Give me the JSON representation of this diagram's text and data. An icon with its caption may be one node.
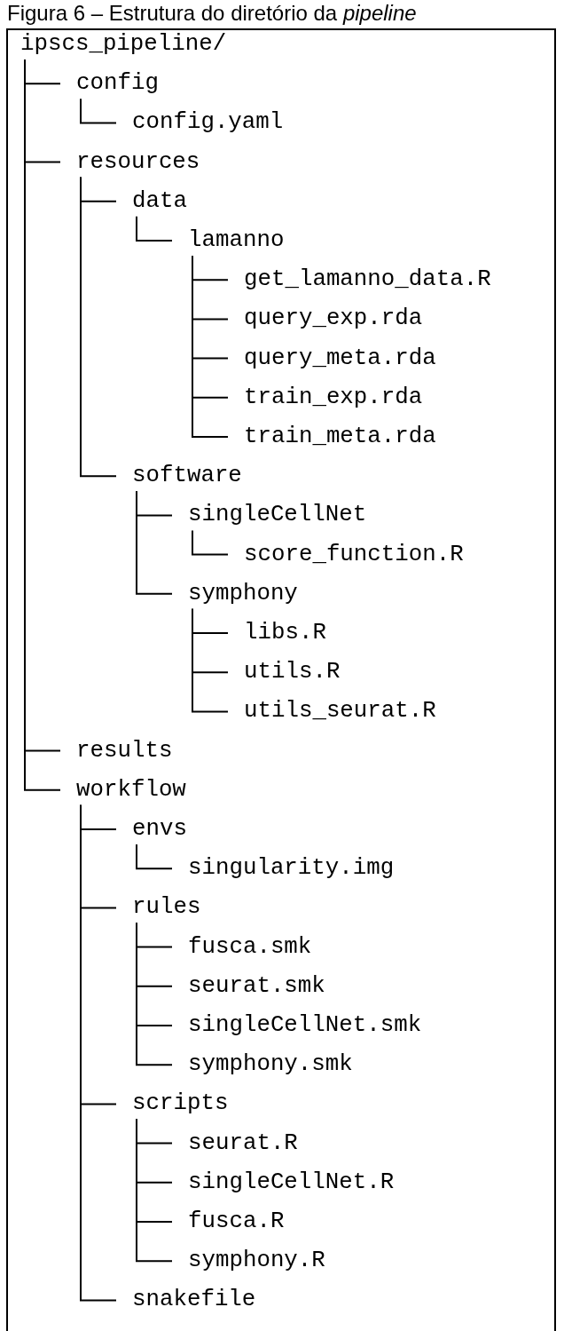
{
  "diagram": {
    "title": "Figura 6 – Estrutura do diretório da *pipeline*",
    "nodes": [
      {
        "text": [
          "ipscs_pipeline/"
        ]
      },
      {
        "text": [
          "config"
        ]
      },
      {
        "text": [
          "config.yaml"
        ]
      },
      {
        "text": [
          "resources"
        ]
      },
      {
        "text": [
          "data"
        ]
      },
      {
        "text": [
          "lamanno"
        ]
      },
      {
        "text": [
          "get_lamanno_data.R"
        ]
      },
      {
        "text": [
          "query_exp.rda"
        ]
      },
      {
        "text": [
          "query_meta.rda"
        ]
      },
      {
        "text": [
          "train_exp.rda"
        ]
      },
      {
        "text": [
          "train_meta.rda"
        ]
      },
      {
        "text": [
          "software"
        ]
      },
      {
        "text": [
          "singleCellNet"
        ]
      },
      {
        "text": [
          "score_function.R"
        ]
      },
      {
        "text": [
          "symphony"
        ]
      },
      {
        "text": [
          "libs.R"
        ]
      },
      {
        "text": [
          "utils.R"
        ]
      },
      {
        "text": [
          "utils_seurat.R"
        ]
      },
      {
        "text": [
          "results"
        ]
      },
      {
        "text": [
          "workflow"
        ]
      },
      {
        "text": [
          "envs"
        ]
      },
      {
        "text": [
          "singularity.img"
        ]
      },
      {
        "text": [
          "rules"
        ]
      },
      {
        "text": [
          "fusca.smk"
        ]
      },
      {
        "text": [
          "seurat.smk"
        ]
      },
      {
        "text": [
          "singleCellNet.smk"
        ]
      },
      {
        "text": [
          "symphony.smk"
        ]
      },
      {
        "text": [
          "scripts"
        ]
      },
      {
        "text": [
          "seurat.R"
        ]
      },
      {
        "text": [
          "singleCellNet.R"
        ]
      },
      {
        "text": [
          "fusca.R"
        ]
      },
      {
        "text": [
          "symphony.R"
        ]
      },
      {
        "text": [
          "snakefile"
        ]
      }
    ],
    "edges": [
      {
        "from": 0,
        "to": 1,
        "arrow": "none"
      },
      {
        "from": 1,
        "to": 2,
        "arrow": "none"
      },
      {
        "from": 0,
        "to": 3,
        "arrow": "none"
      },
      {
        "from": 3,
        "to": 4,
        "arrow": "none"
      },
      {
        "from": 4,
        "to": 5,
        "arrow": "none"
      },
      {
        "from": 5,
        "to": 6,
        "arrow": "none"
      },
      {
        "from": 5,
        "to": 7,
        "arrow": "none"
      },
      {
        "from": 5,
        "to": 8,
        "arrow": "none"
      },
      {
        "from": 5,
        "to": 9,
        "arrow": "none"
      },
      {
        "from": 5,
        "to": 10,
        "arrow": "none"
      },
      {
        "from": 3,
        "to": 11,
        "arrow": "none"
      },
      {
        "from": 11,
        "to": 12,
        "arrow": "none"
      },
      {
        "from": 12,
        "to": 13,
        "arrow": "none"
      },
      {
        "from": 11,
        "to": 14,
        "arrow": "none"
      },
      {
        "from": 14,
        "to": 15,
        "arrow": "none"
      },
      {
        "from": 14,
        "to": 16,
        "arrow": "none"
      },
      {
        "from": 14,
        "to": 17,
        "arrow": "none"
      },
      {
        "from": 0,
        "to": 18,
        "arrow": "none"
      },
      {
        "from": 0,
        "to": 19,
        "arrow": "none"
      },
      {
        "from": 19,
        "to": 20,
        "arrow": "none"
      },
      {
        "from": 20,
        "to": 21,
        "arrow": "none"
      },
      {
        "from": 19,
        "to": 22,
        "arrow": "none"
      },
      {
        "from": 22,
        "to": 23,
        "arrow": "none"
      },
      {
        "from": 22,
        "to": 24,
        "arrow": "none"
      },
      {
        "from": 22,
        "to": 25,
        "arrow": "none"
      },
      {
        "from": 22,
        "to": 26,
        "arrow": "none"
      },
      {
        "from": 19,
        "to": 27,
        "arrow": "none"
      },
      {
        "from": 27,
        "to": 28,
        "arrow": "none"
      },
      {
        "from": 27,
        "to": 29,
        "arrow": "none"
      },
      {
        "from": 27,
        "to": 30,
        "arrow": "none"
      },
      {
        "from": 27,
        "to": 31,
        "arrow": "none"
      },
      {
        "from": 19,
        "to": 32,
        "arrow": "none"
      }
    ]
  }
}
